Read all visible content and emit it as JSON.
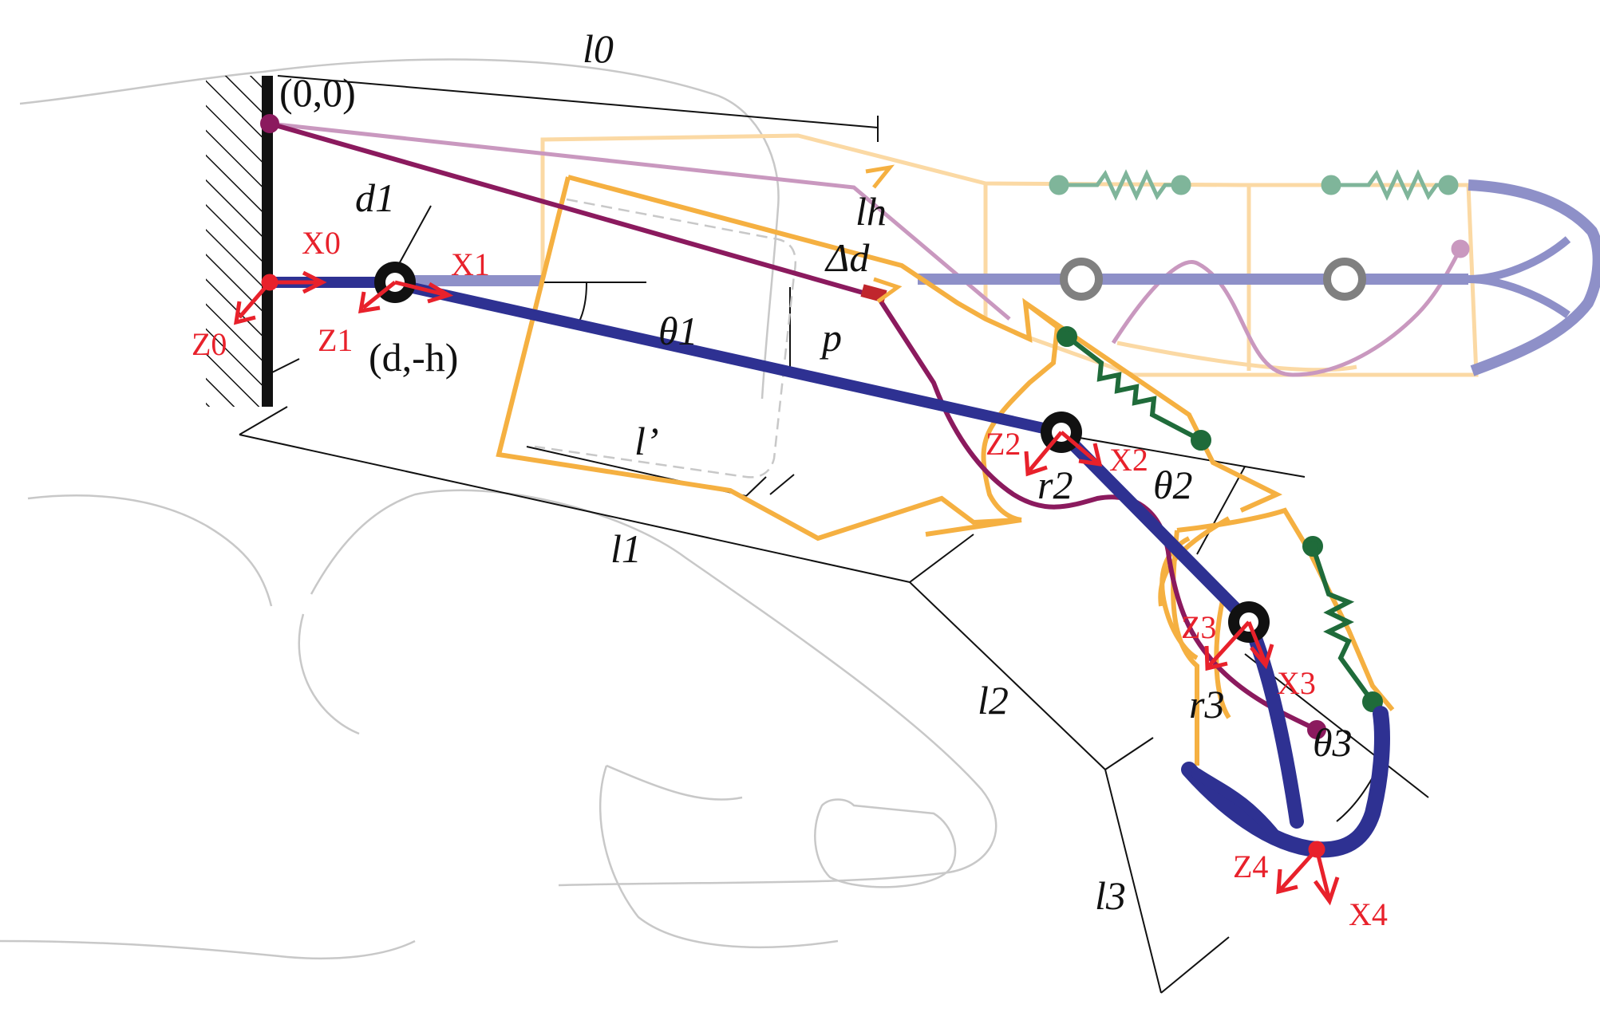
{
  "figure": {
    "labels": {
      "origin": "(0,0)",
      "l0": "l0",
      "l1": "l1",
      "l2": "l2",
      "l3": "l3",
      "lh": "lh",
      "l_prime": "l’",
      "d1": "d1",
      "delta_d": "Δd",
      "p": "p",
      "theta1": "θ1",
      "theta2": "θ2",
      "theta3": "θ3",
      "r2": "r2",
      "r3": "r3",
      "pivot": "(d,-h)"
    },
    "frames": {
      "x0": "X0",
      "z0": "Z0",
      "x1": "X1",
      "z1": "Z1",
      "x2": "X2",
      "z2": "Z2",
      "x3": "X3",
      "z3": "Z3",
      "x4": "X4",
      "z4": "Z4"
    },
    "colors": {
      "link": "#2e3192",
      "link_light": "#8e90c8",
      "frame": "#f5b041",
      "frame_light": "#fbd9a4",
      "tendon": "#8b1a5e",
      "tendon_light": "#c998bf",
      "spring": "#1f6b3a",
      "spring_light": "#7fb59a",
      "axis": "#e8212b",
      "hand": "#c8c8c8"
    }
  }
}
